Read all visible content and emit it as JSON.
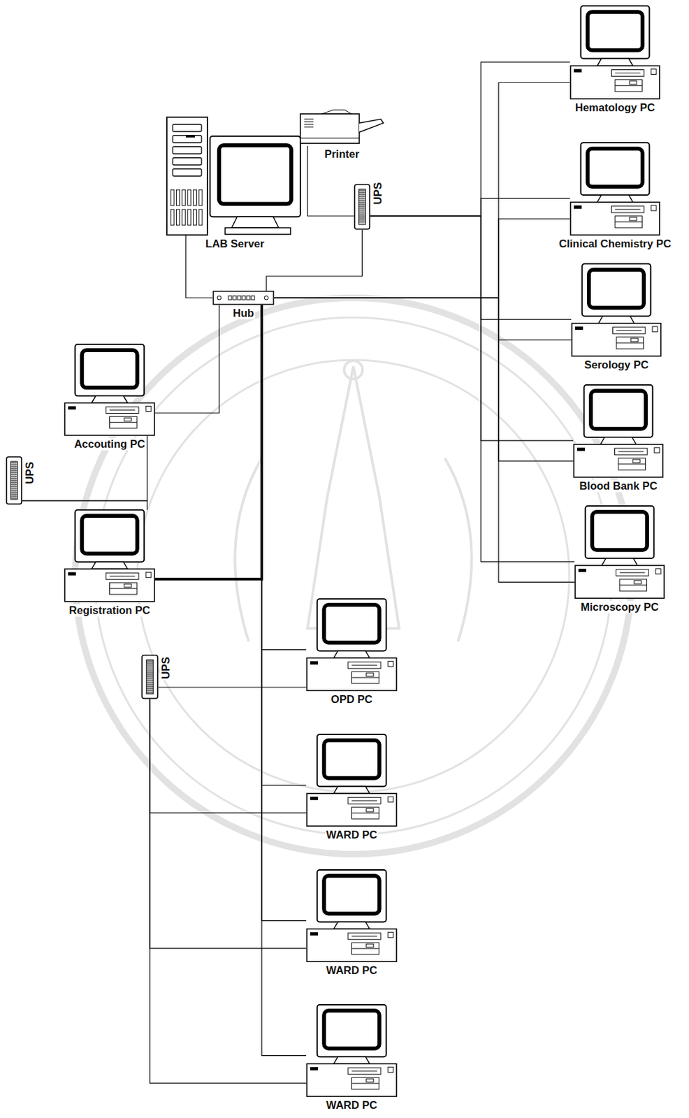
{
  "diagram": {
    "nodes": [
      {
        "text": [
          "LAB Server"
        ]
      },
      {
        "text": [
          "Printer"
        ]
      },
      {
        "text": [
          "UPS"
        ]
      },
      {
        "text": [
          "Hematology PC"
        ]
      },
      {
        "text": [
          "Clinical Chemistry PC"
        ]
      },
      {
        "text": [
          "Hub"
        ]
      },
      {
        "text": [
          "Serology PC"
        ]
      },
      {
        "text": [
          "Accouting PC"
        ]
      },
      {
        "text": [
          "Blood Bank PC"
        ]
      },
      {
        "text": [
          "UPS"
        ]
      },
      {
        "text": [
          "Registration PC"
        ]
      },
      {
        "text": [
          "Microscopy PC"
        ]
      },
      {
        "text": [
          "UPS"
        ]
      },
      {
        "text": [
          "OPD PC"
        ]
      },
      {
        "text": [
          "WARD PC"
        ]
      },
      {
        "text": [
          "WARD PC"
        ]
      },
      {
        "text": [
          "WARD PC"
        ]
      }
    ],
    "edges": [
      {
        "from": 5,
        "to": 0,
        "arrow": "none"
      },
      {
        "from": 2,
        "to": 1,
        "arrow": "none"
      },
      {
        "from": 2,
        "to": 5,
        "arrow": "none"
      },
      {
        "from": 2,
        "to": 3,
        "arrow": "none"
      },
      {
        "from": 2,
        "to": 4,
        "arrow": "none"
      },
      {
        "from": 2,
        "to": 6,
        "arrow": "none"
      },
      {
        "from": 2,
        "to": 8,
        "arrow": "none"
      },
      {
        "from": 2,
        "to": 11,
        "arrow": "none"
      },
      {
        "from": 5,
        "to": 3,
        "arrow": "none"
      },
      {
        "from": 5,
        "to": 4,
        "arrow": "none"
      },
      {
        "from": 5,
        "to": 6,
        "arrow": "none"
      },
      {
        "from": 5,
        "to": 8,
        "arrow": "none"
      },
      {
        "from": 5,
        "to": 11,
        "arrow": "none"
      },
      {
        "from": 5,
        "to": 7,
        "arrow": "none"
      },
      {
        "from": 5,
        "to": 10,
        "arrow": "none"
      },
      {
        "from": 5,
        "to": 13,
        "arrow": "none"
      },
      {
        "from": 5,
        "to": 14,
        "arrow": "none"
      },
      {
        "from": 5,
        "to": 15,
        "arrow": "none"
      },
      {
        "from": 5,
        "to": 16,
        "arrow": "none"
      },
      {
        "from": 9,
        "to": 7,
        "arrow": "none"
      },
      {
        "from": 9,
        "to": 10,
        "arrow": "none"
      },
      {
        "from": 12,
        "to": 13,
        "arrow": "none"
      },
      {
        "from": 12,
        "to": 14,
        "arrow": "none"
      },
      {
        "from": 12,
        "to": 15,
        "arrow": "none"
      },
      {
        "from": 12,
        "to": 16,
        "arrow": "none"
      }
    ]
  }
}
